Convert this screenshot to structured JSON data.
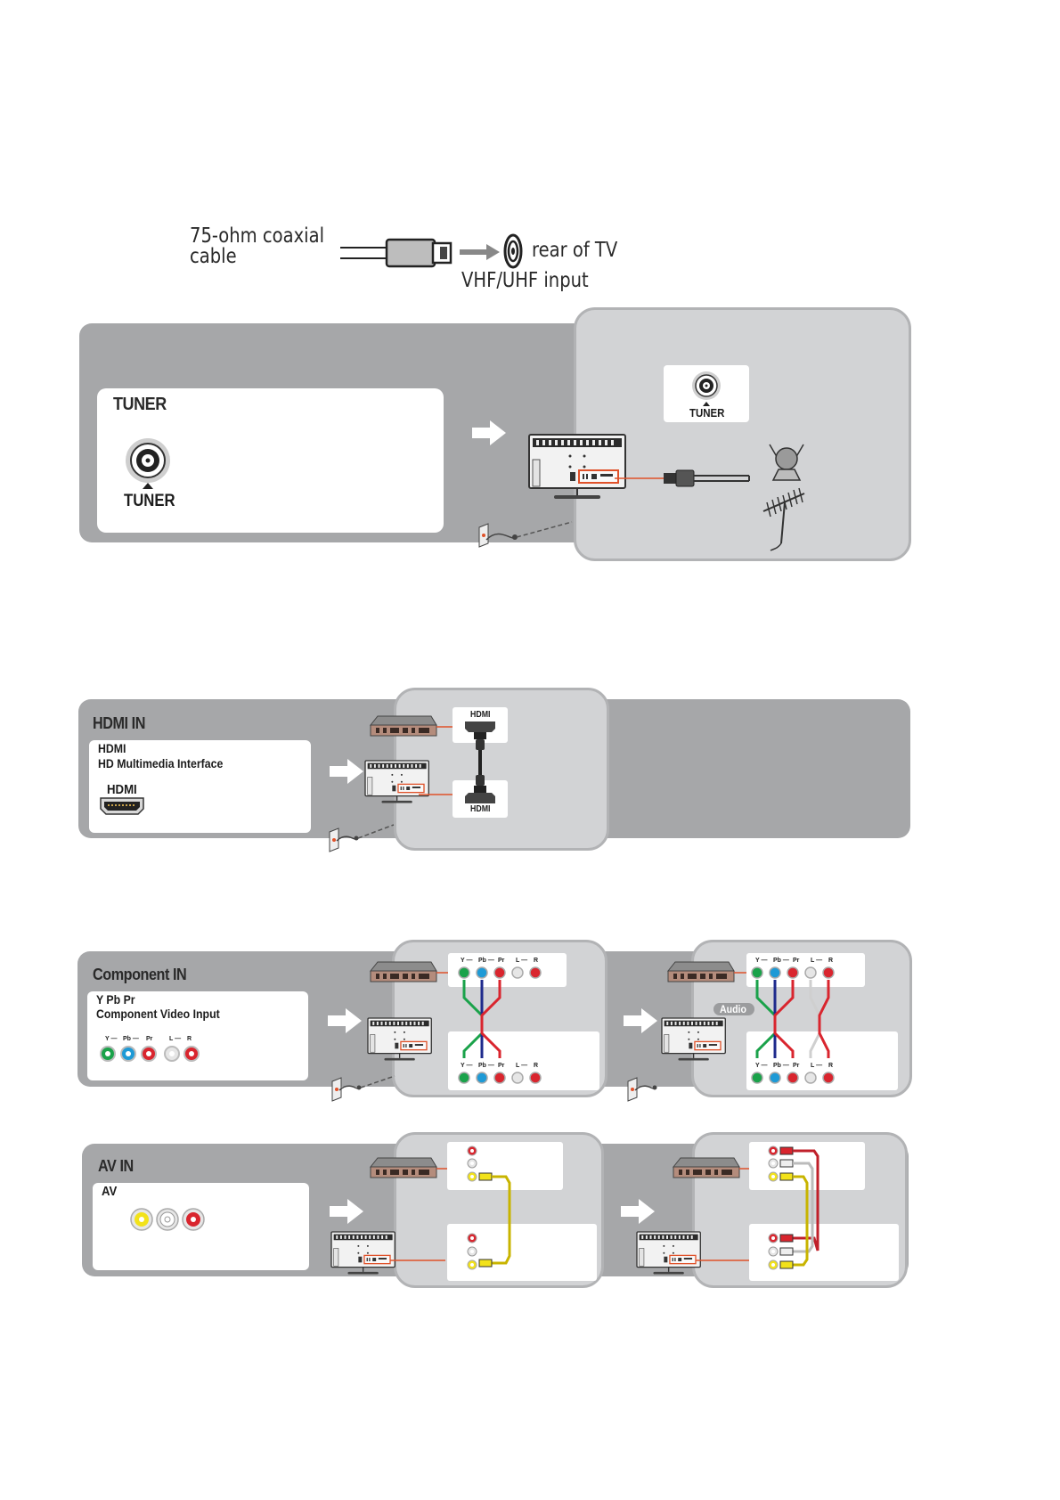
{
  "coax": {
    "cable_label": "75-ohm coaxial\ncable",
    "rear_label": "rear of TV",
    "input_label": "VHF/UHF input"
  },
  "tuner": {
    "title": "TUNER",
    "port_label": "TUNER",
    "detail_label": "TUNER"
  },
  "hdmi": {
    "title": "HDMI IN",
    "name": "HDMI",
    "desc": "HD Multimedia Interface",
    "port_label": "HDMI",
    "top_label": "HDMI",
    "bottom_label": "HDMI"
  },
  "component": {
    "title": "Component IN",
    "name": "Y Pb Pr",
    "desc": "Component Video Input",
    "jack_labels": [
      "Y",
      "Pb",
      "Pr",
      "L",
      "R"
    ],
    "audio_label": "Audio"
  },
  "av": {
    "title": "AV IN",
    "name": "AV"
  },
  "colors": {
    "band_gray": "#a6a7a9",
    "panel_gray": "#d2d3d5",
    "highlight_red": "#e0522a",
    "jack_green": "#1aa24a",
    "jack_blue": "#1e9ad6",
    "jack_red": "#d9252e",
    "jack_white": "#e6e6e6",
    "jack_yellow": "#f2e21a"
  }
}
